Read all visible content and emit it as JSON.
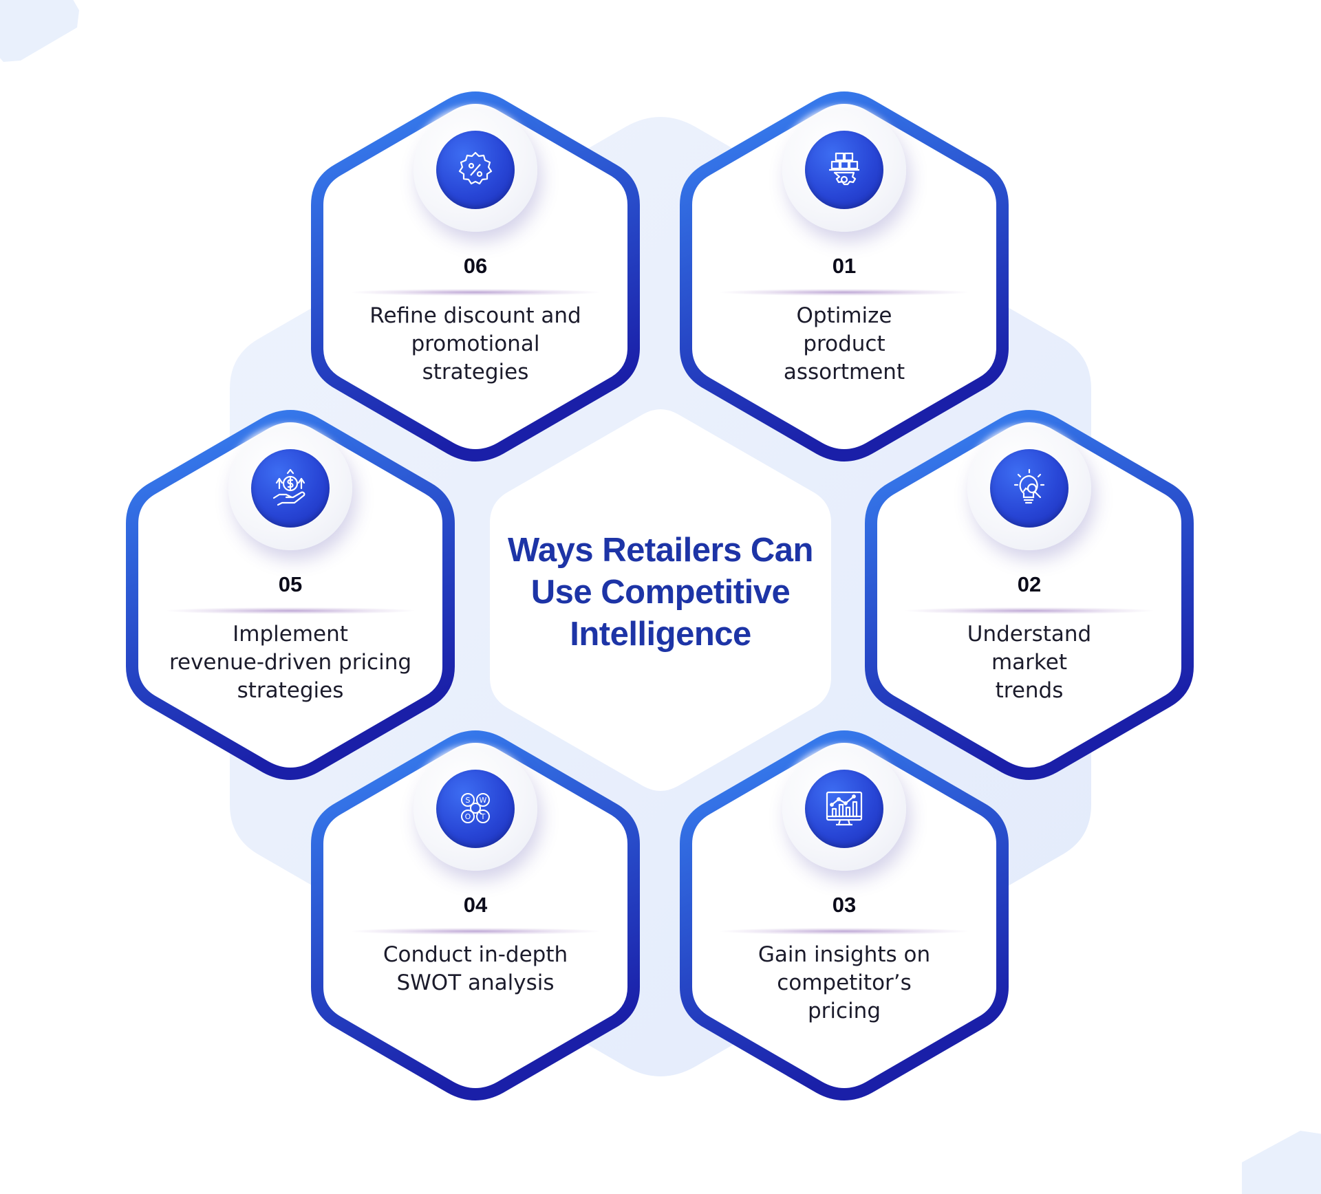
{
  "title": "Ways Retailers Can Use Competitive Intelligence",
  "colors": {
    "accent_dark": "#1a1fa8",
    "accent_light": "#3a86f5",
    "title": "#1d34a6",
    "background_hex": "#e8f0fd"
  },
  "items": [
    {
      "number": "01",
      "text": "Optimize product assortment",
      "icon": "product-assortment-icon"
    },
    {
      "number": "02",
      "text": "Understand market trends",
      "icon": "lightbulb-search-icon"
    },
    {
      "number": "03",
      "text": "Gain insights on competitor’s pricing",
      "icon": "chart-dashboard-icon"
    },
    {
      "number": "04",
      "text": "Conduct in-depth SWOT analysis",
      "icon": "swot-icon"
    },
    {
      "number": "05",
      "text": "Implement revenue-driven pricing strategies",
      "icon": "hand-dollar-growth-icon"
    },
    {
      "number": "06",
      "text": "Refine discount and promotional strategies",
      "icon": "discount-badge-icon"
    }
  ]
}
